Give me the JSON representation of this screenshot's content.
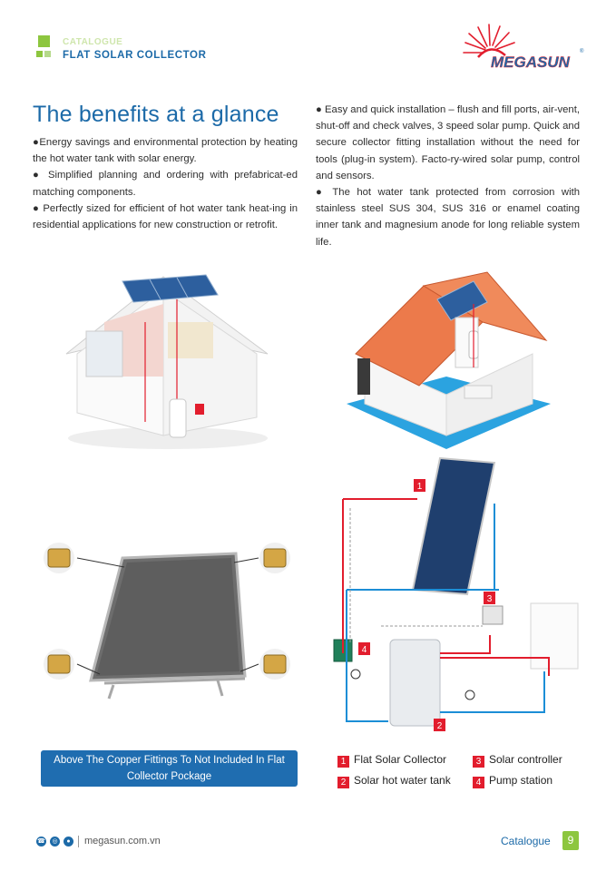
{
  "header": {
    "catalogue_label": "CATALOGUE",
    "section_title": "FLAT SOLAR COLLECTOR",
    "brand": "MEGASUN",
    "brand_mark": "®"
  },
  "headline": "The benefits at a glance",
  "benefits_left": [
    "●Energy savings and environmental protection by heating the hot water tank with solar energy.",
    "● Simplified planning and ordering with prefabricat-ed matching components.",
    "● Perfectly sized for efficient of hot water tank heat-ing in residential applications for new construction or retrofit."
  ],
  "benefits_right": [
    "● Easy and quick installation – flush and fill ports, air-vent, shut-off and check valves, 3 speed solar pump. Quick and secure collector fitting installation without the need for tools (plug-in system). Facto-ry-wired solar pump, control and sensors.",
    "● The hot water tank protected from corrosion with stainless steel SUS 304, SUS 316 or enamel coating inner tank and magnesium anode for long reliable system life."
  ],
  "note": "Above The Copper Fittings To Not Included In Flat Collector Pockage",
  "diagram_markers": [
    "1",
    "2",
    "3",
    "4"
  ],
  "legend": [
    {
      "num": "1",
      "label": "Flat Solar Collector"
    },
    {
      "num": "3",
      "label": "Solar controller"
    },
    {
      "num": "2",
      "label": "Solar hot water tank"
    },
    {
      "num": "4",
      "label": "Pump station"
    }
  ],
  "footer": {
    "url": "megasun.com.vn",
    "catalogue": "Catalogue",
    "page": "9"
  },
  "colors": {
    "brand_blue": "#1c6aa8",
    "accent_green": "#8dc63f",
    "marker_red": "#e21d2d"
  }
}
